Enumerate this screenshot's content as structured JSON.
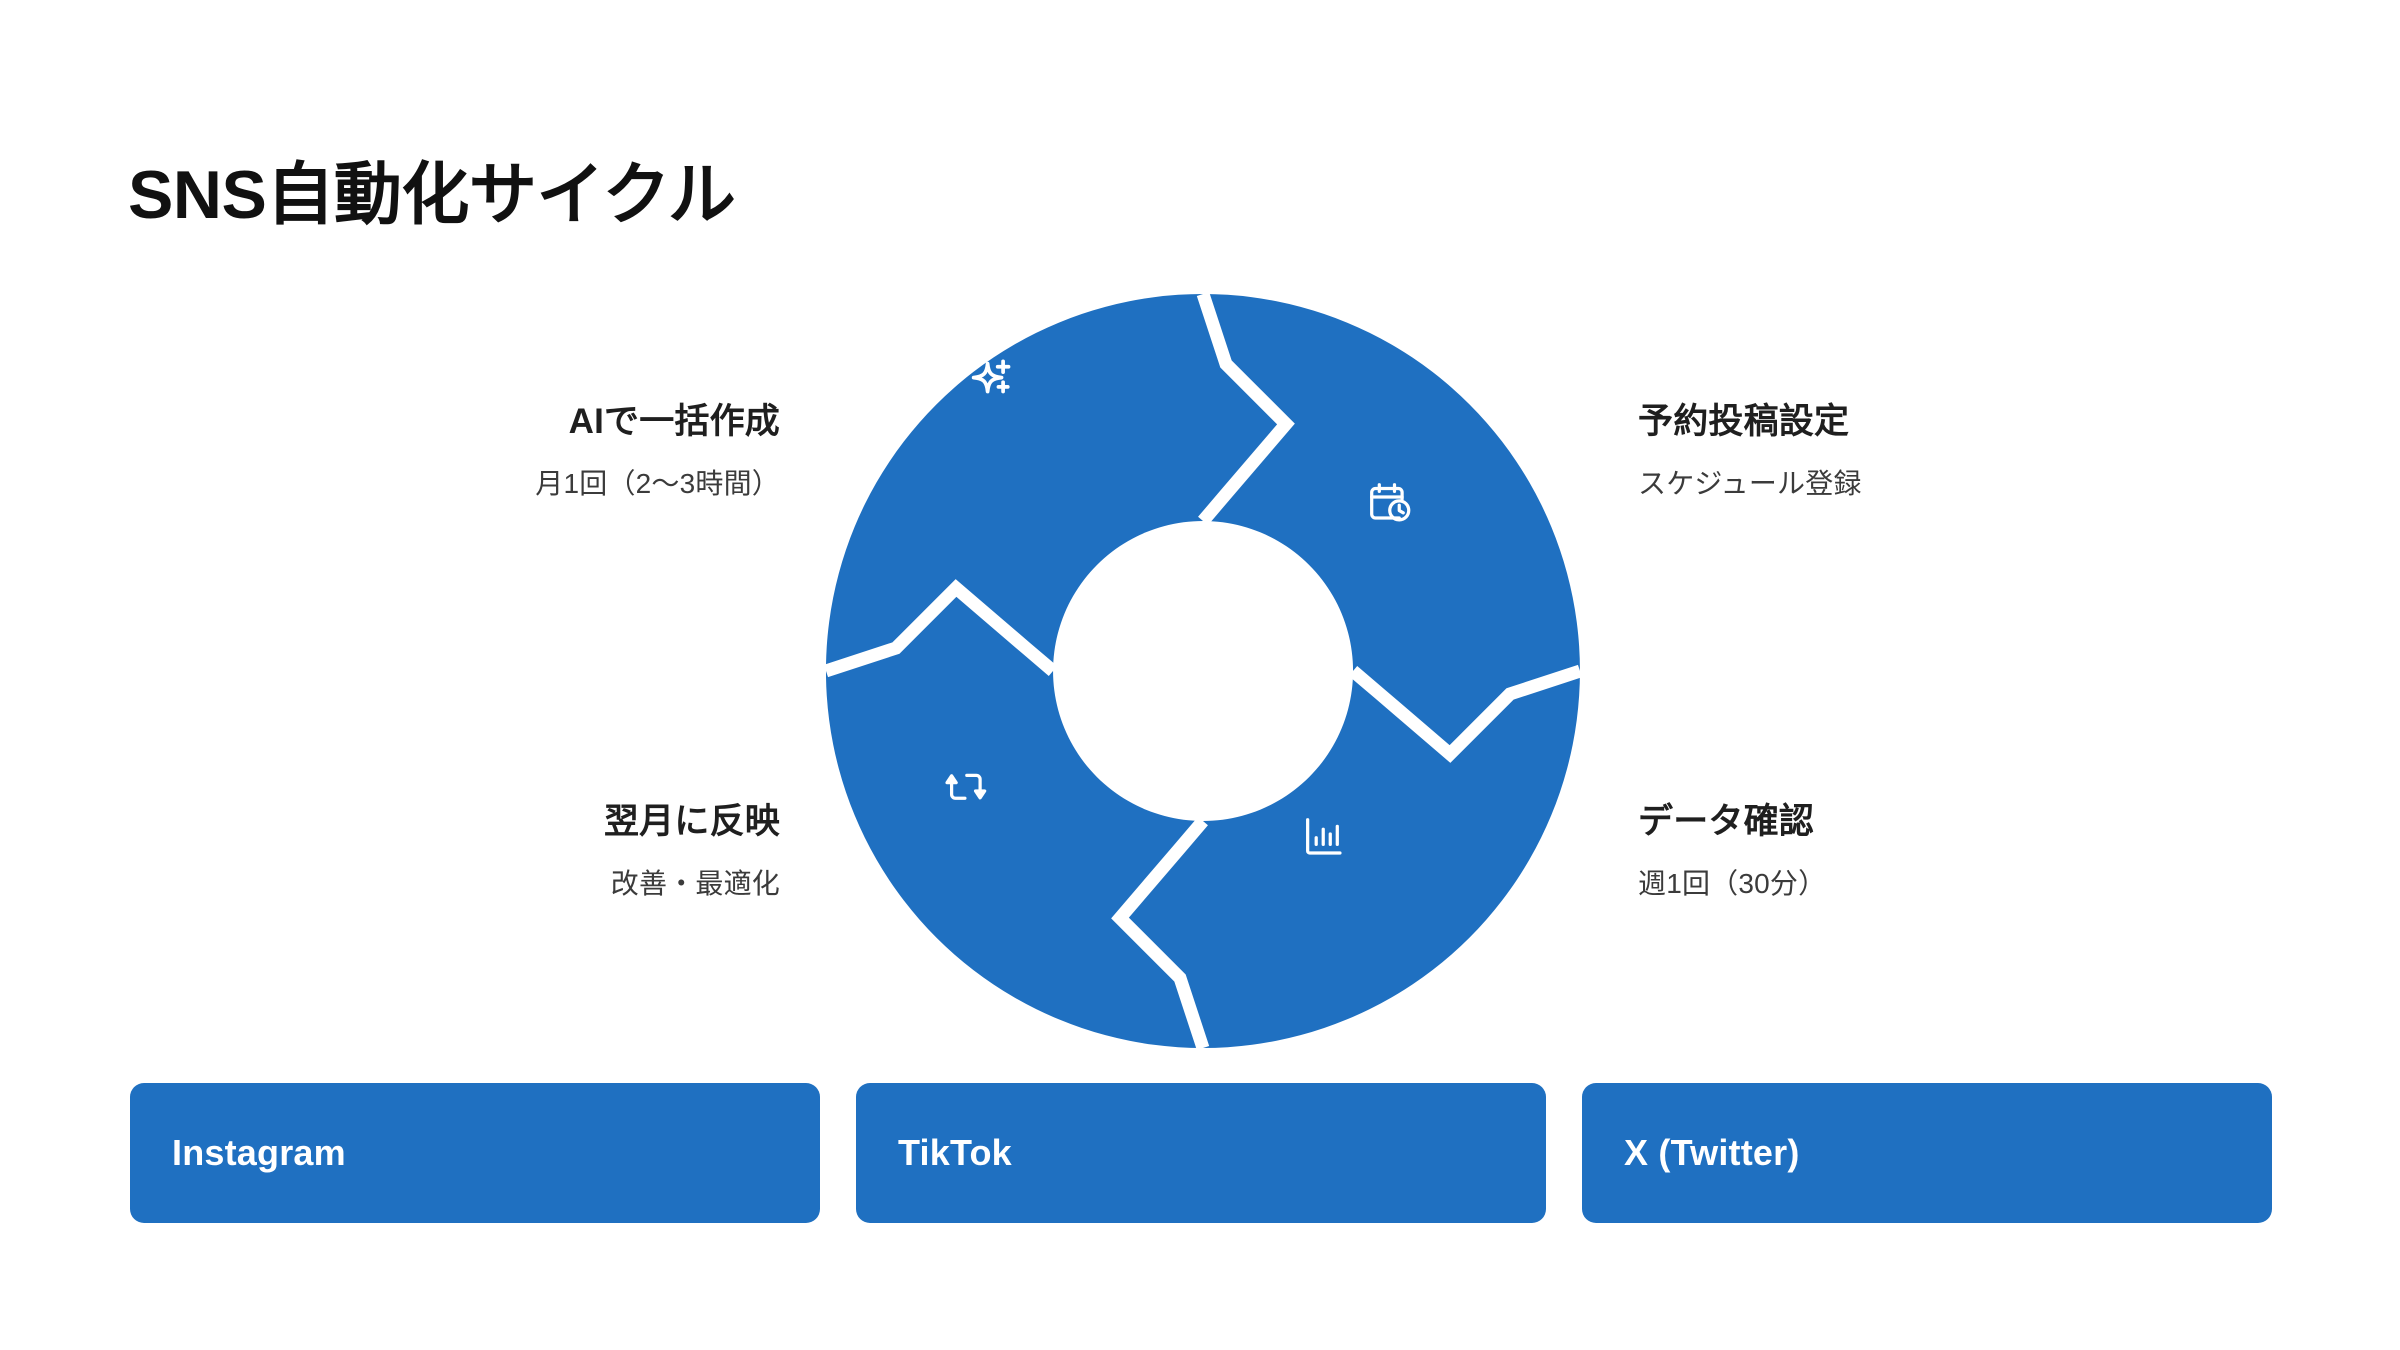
{
  "page": {
    "title": "SNS自動化サイクル",
    "background_color": "#ffffff",
    "accent_color": "#1f70c1",
    "text_color": "#1a1a1a"
  },
  "cycle": {
    "shape": "donut",
    "segment_count": 4,
    "divider_style": "white-chevron",
    "steps": [
      {
        "id": "create",
        "position": "top-left",
        "title": "AIで一括作成",
        "subtitle": "月1回（2〜3時間）",
        "icon": "sparkle-icon",
        "align": "right"
      },
      {
        "id": "schedule",
        "position": "top-right",
        "title": "予約投稿設定",
        "subtitle": "スケジュール登録",
        "icon": "calendar-clock-icon",
        "align": "left"
      },
      {
        "id": "review",
        "position": "bottom-right",
        "title": "データ確認",
        "subtitle": "週1回（30分）",
        "icon": "bar-chart-icon",
        "align": "left"
      },
      {
        "id": "reflect",
        "position": "bottom-left",
        "title": "翌月に反映",
        "subtitle": "改善・最適化",
        "icon": "repeat-cycle-icon",
        "align": "right"
      }
    ]
  },
  "platforms": [
    {
      "name": "Instagram"
    },
    {
      "name": "TikTok"
    },
    {
      "name": "X (Twitter)"
    }
  ]
}
